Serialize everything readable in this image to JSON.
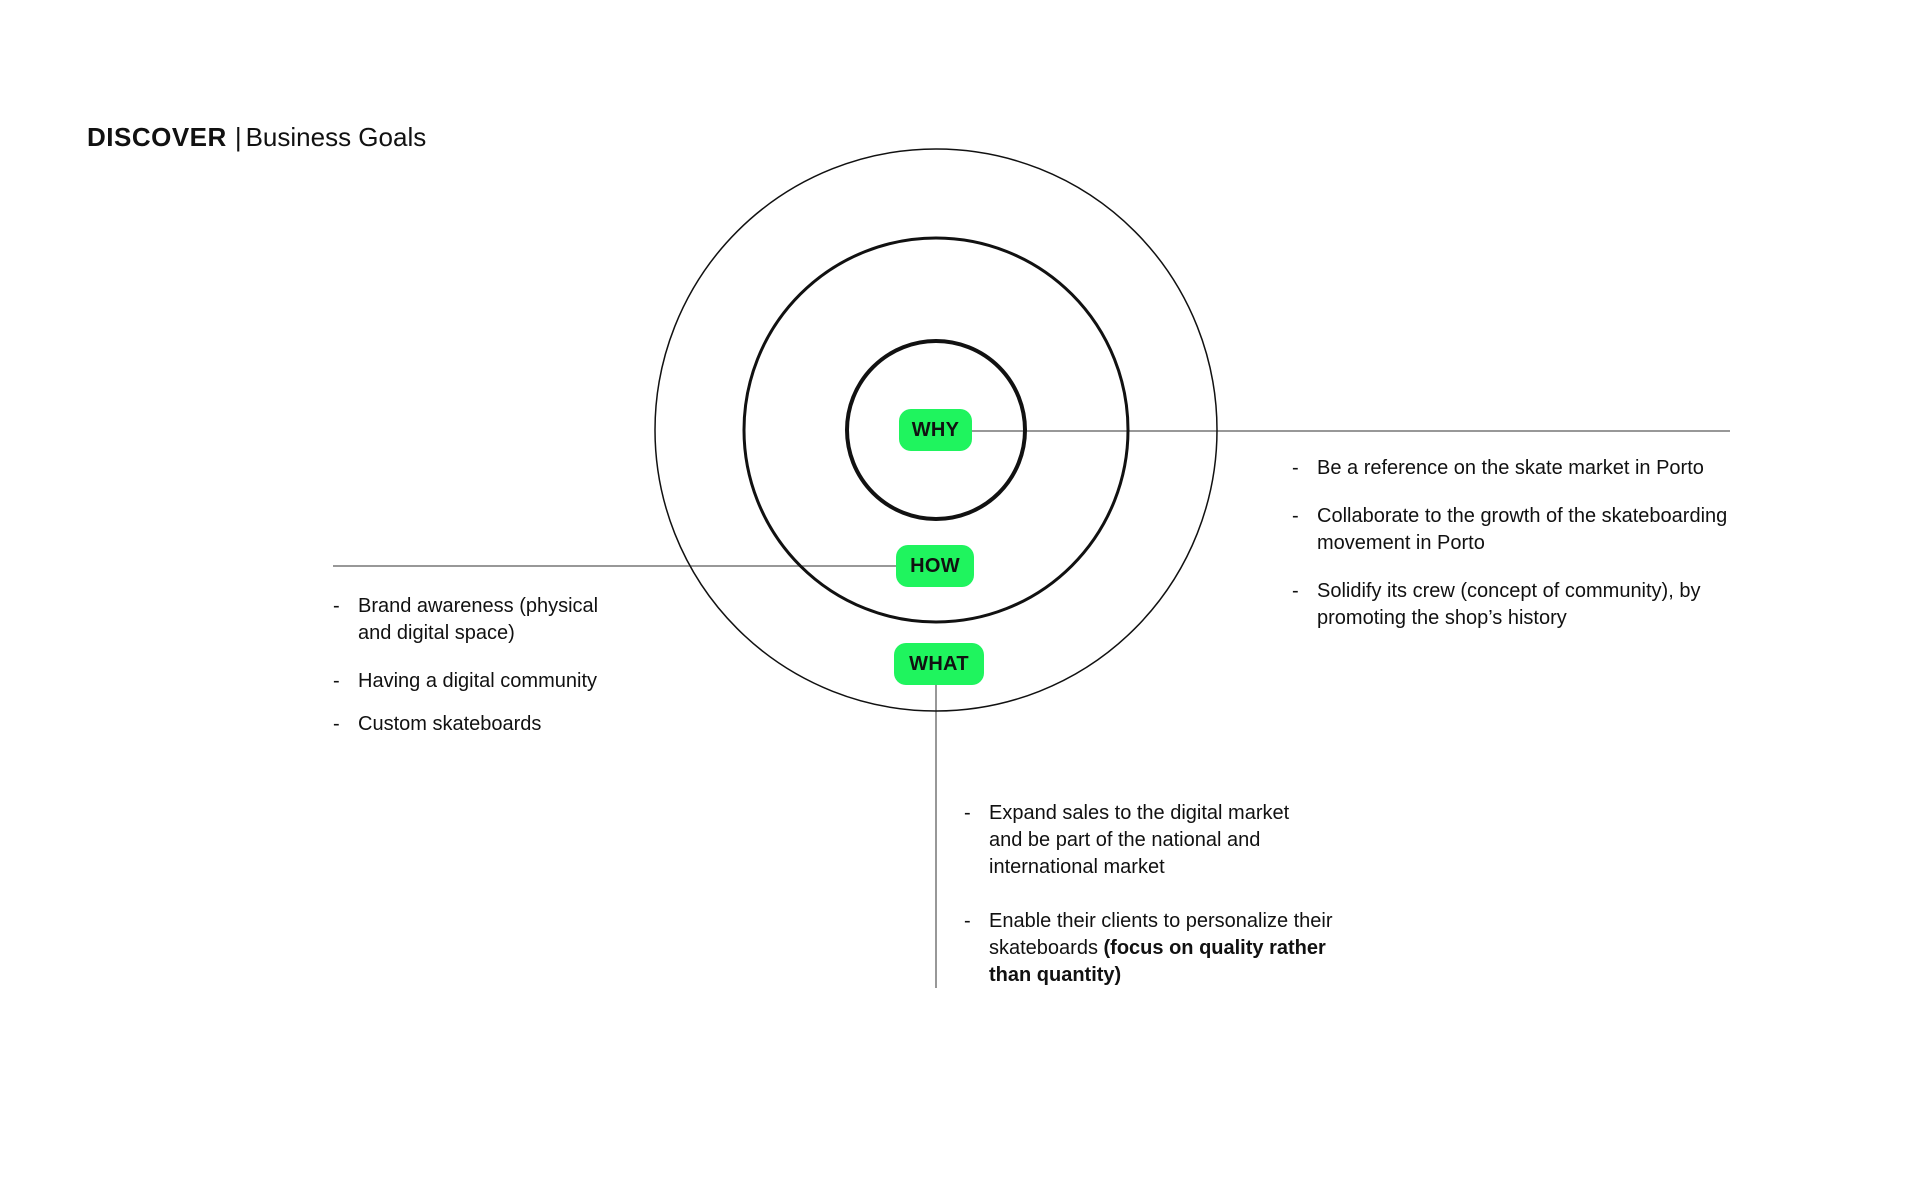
{
  "header": {
    "section": "DISCOVER",
    "separator": "|",
    "subtitle": "Business Goals"
  },
  "colors": {
    "accent": "#1ff45e",
    "ink": "#111111",
    "line": "#777777"
  },
  "circle": {
    "why_label": "WHY",
    "how_label": "HOW",
    "what_label": "WHAT"
  },
  "why": {
    "items": [
      "Be a reference on the skate market in Porto",
      "Collaborate to the growth of the skateboarding movement in Porto",
      "Solidify its crew (concept of community), by promoting the shop’s history"
    ]
  },
  "how": {
    "items": [
      "Brand awareness (physical and digital space)",
      "Having a digital community",
      "Custom skateboards"
    ]
  },
  "what": {
    "items": [
      "Expand sales to the digital market and be part of the national and international market"
    ],
    "item2_text": "Enable their clients to personalize their skateboards ",
    "item2_bold": "(focus on quality rather than quantity)"
  }
}
